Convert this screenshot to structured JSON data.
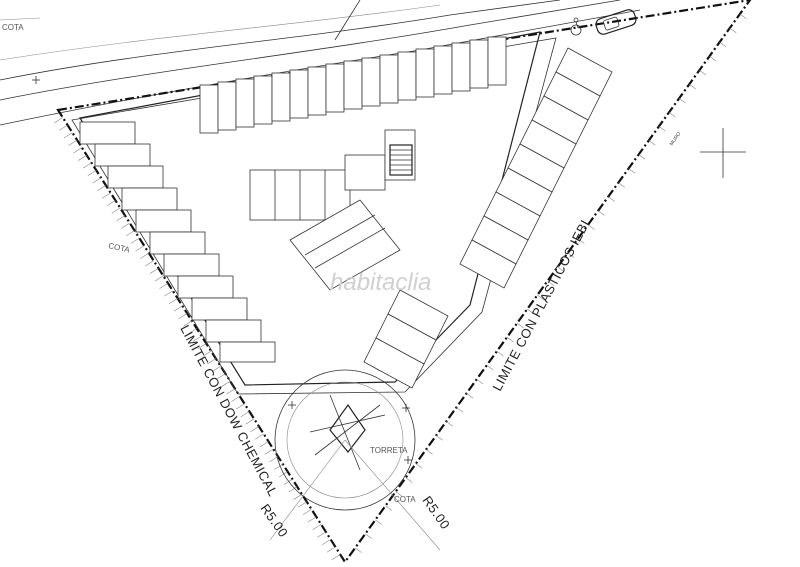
{
  "labels": {
    "limit_left": "LIMITE CON DOW CHEMICAL",
    "limit_right": "LIMITE CON PLASTICOS IEBI",
    "tower": "TORRETA",
    "radius_left": "R5.00",
    "radius_right": "R5.00",
    "cota_top": "COTA",
    "cota_left": "COTA",
    "cota_bottom": "COTA",
    "wall": "MURO"
  },
  "watermark": "habitaclia",
  "icons": [
    "car-icon",
    "wheelchair-icon",
    "stair-icon",
    "crosshair-icon"
  ],
  "colors": {
    "lines": "#222222",
    "background": "#ffffff",
    "watermark": "#d0d0d0"
  }
}
